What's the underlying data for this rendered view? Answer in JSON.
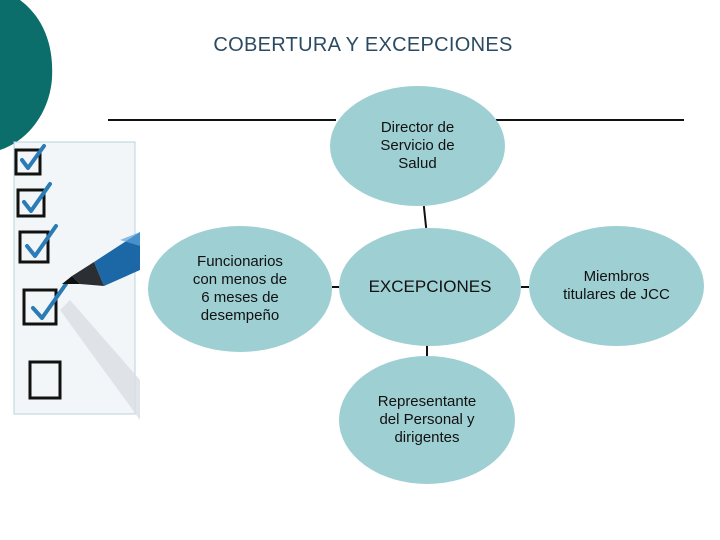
{
  "slide": {
    "title": "COBERTURA Y EXCEPCIONES"
  },
  "colors": {
    "node_fill": "#9ecfd3",
    "dark_teal": "#0b6e6a",
    "title_color": "#2c4b63",
    "pen_blue": "#1c67a6"
  },
  "diagram": {
    "center": "EXCEPCIONES",
    "top": "Director de\nServicio de\nSalud",
    "left": "Funcionarios\ncon menos de\n6 meses de\ndesempeño",
    "right": "Miembros\ntitulares de JCC",
    "bottom": "Representante\ndel Personal y\ndirigentes"
  },
  "decoration": {
    "image": "checklist-with-pen-illustration"
  }
}
